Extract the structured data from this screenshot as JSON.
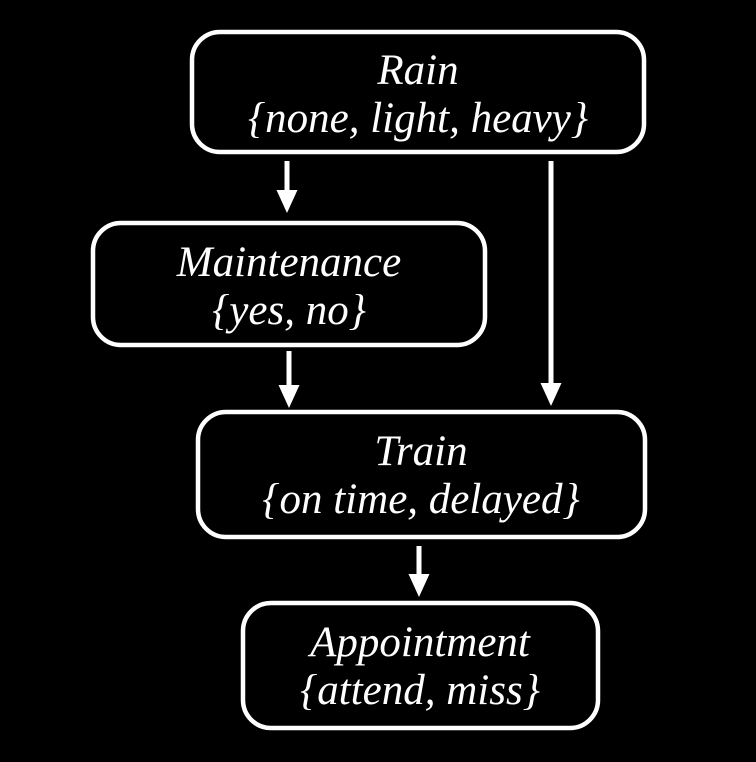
{
  "diagram": {
    "type": "bayesian-network",
    "colors": {
      "background": "#000000",
      "node_stroke": "#ffffff",
      "text": "#ffffff",
      "edge": "#ffffff"
    },
    "nodes": [
      {
        "id": "rain",
        "name": "Rain",
        "values": "{none, light, heavy}"
      },
      {
        "id": "maintenance",
        "name": "Maintenance",
        "values": "{yes, no}"
      },
      {
        "id": "train",
        "name": "Train",
        "values": "{on time, delayed}"
      },
      {
        "id": "appointment",
        "name": "Appointment",
        "values": "{attend, miss}"
      }
    ],
    "edges": [
      {
        "from": "Rain",
        "to": "Maintenance"
      },
      {
        "from": "Rain",
        "to": "Train"
      },
      {
        "from": "Maintenance",
        "to": "Train"
      },
      {
        "from": "Train",
        "to": "Appointment"
      }
    ]
  }
}
